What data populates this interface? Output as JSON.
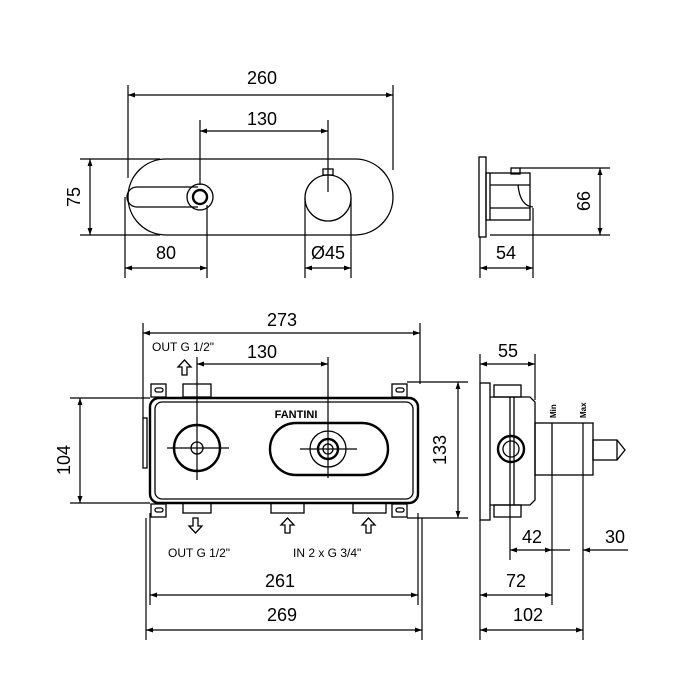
{
  "top_front_view": {
    "width_260": "260",
    "spacing_130": "130",
    "height_75": "75",
    "lever_80": "80",
    "knob_diameter": "Ø45"
  },
  "top_side_view": {
    "height_66": "66",
    "depth_54": "54"
  },
  "bottom_front_view": {
    "width_273": "273",
    "spacing_130": "130",
    "height_104": "104",
    "height_133": "133",
    "width_261": "261",
    "width_269": "269",
    "brand": "FANTINI",
    "outlet_top": "OUT G 1/2\"",
    "outlet_bottom": "OUT G 1/2\"",
    "inlet": "IN 2 x G 3/4\""
  },
  "bottom_side_view": {
    "depth_55": "55",
    "depth_42": "42",
    "depth_30": "30",
    "depth_72": "72",
    "depth_102": "102",
    "min_label": "Min",
    "max_label": "Max"
  }
}
